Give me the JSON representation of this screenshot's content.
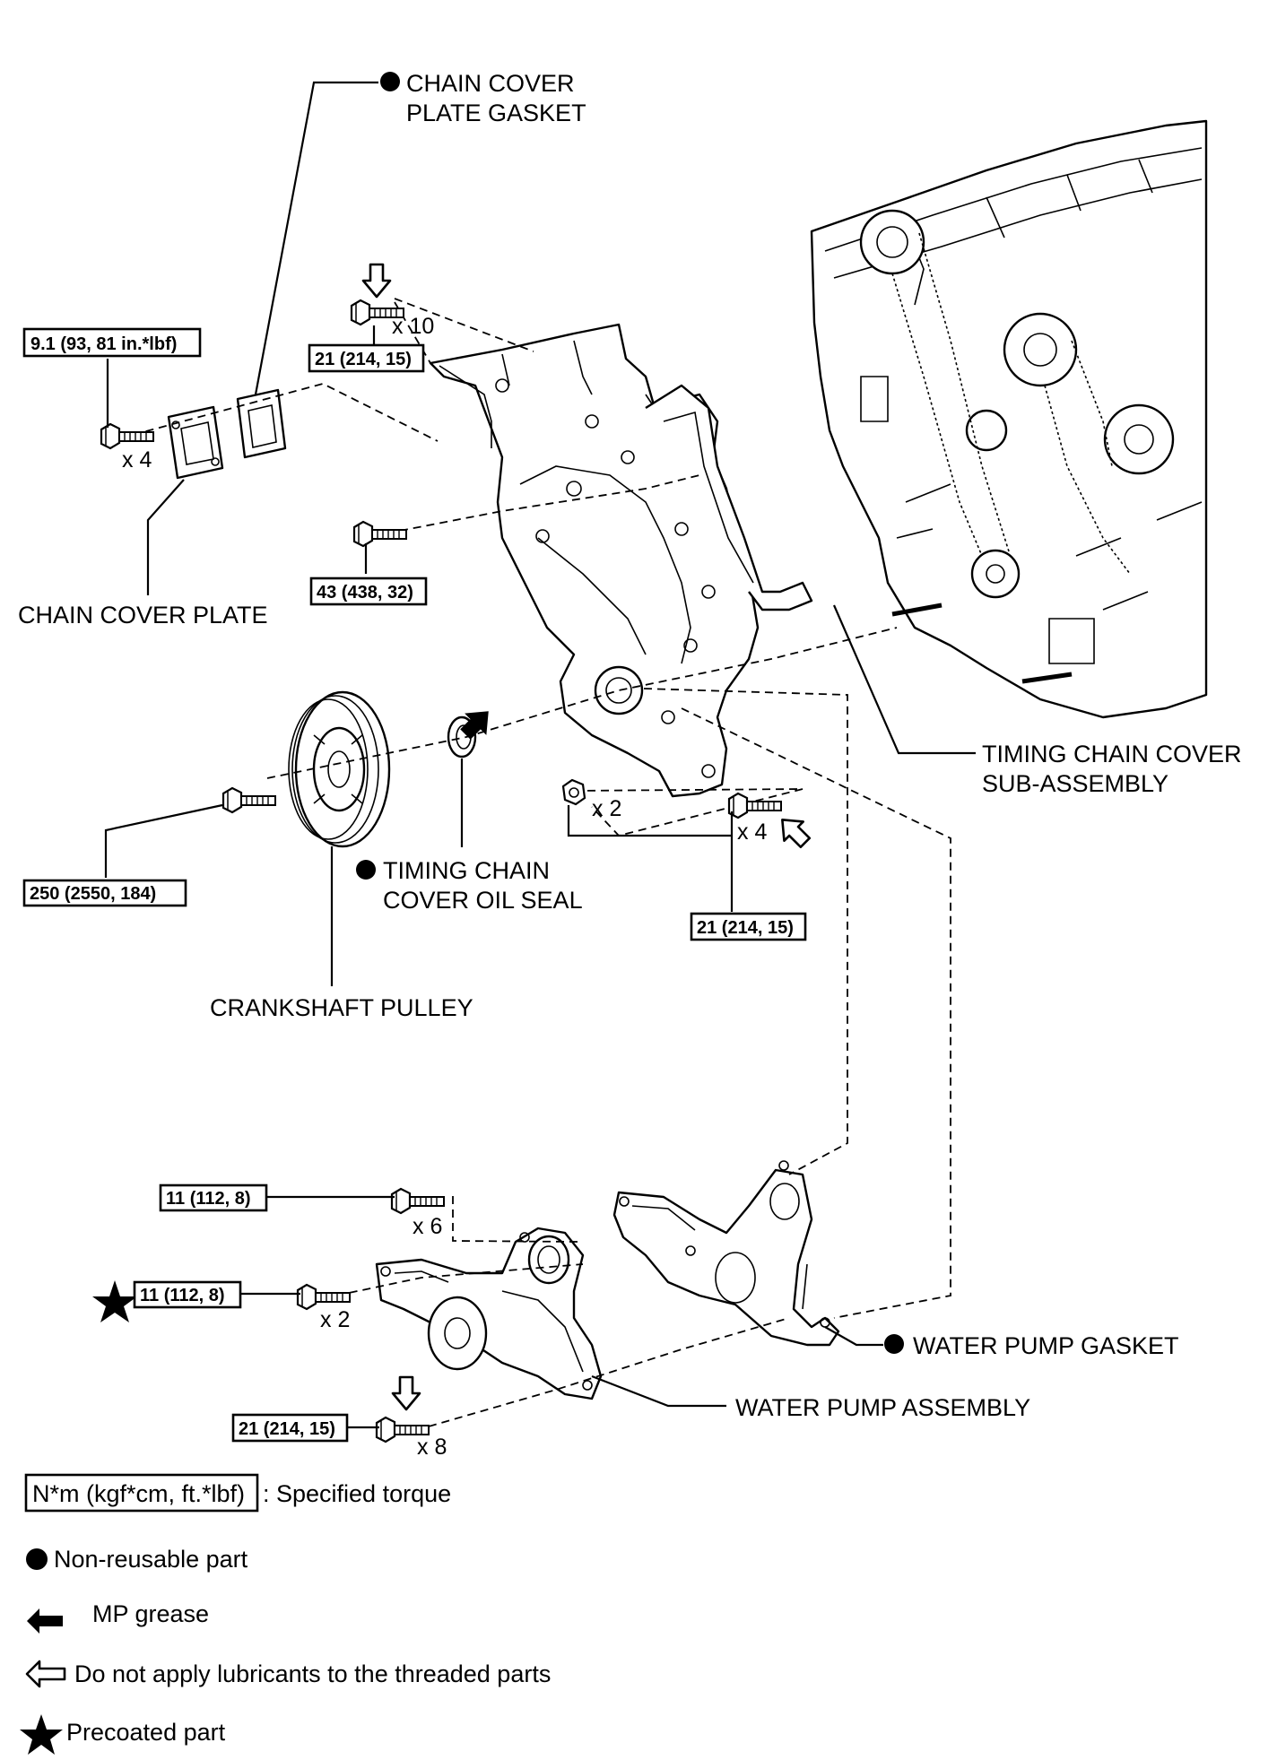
{
  "labels": {
    "chain_cover_plate_gasket_1": "CHAIN COVER",
    "chain_cover_plate_gasket_2": "PLATE GASKET",
    "chain_cover_plate": "CHAIN COVER PLATE",
    "timing_chain_cover_1": "TIMING CHAIN COVER",
    "timing_chain_cover_2": "SUB-ASSEMBLY",
    "oil_seal_1": "TIMING CHAIN",
    "oil_seal_2": "COVER OIL SEAL",
    "crankshaft_pulley": "CRANKSHAFT PULLEY",
    "water_pump_gasket": "WATER PUMP GASKET",
    "water_pump_assembly": "WATER PUMP ASSEMBLY"
  },
  "torques": {
    "plate_bolts": "9.1 (93, 81 in.*lbf)",
    "cover_top_bolts": "21 (214, 15)",
    "cover_mid_bolt": "43 (438, 32)",
    "pulley_bolt": "250 (2550, 184)",
    "cover_bottom_bolts": "21 (214, 15)",
    "pump_bolts_a": "11 (112, 8)",
    "pump_bolts_b": "11 (112, 8)",
    "pump_bolts_c": "21 (214, 15)"
  },
  "quantities": {
    "plate_bolts": "x 4",
    "cover_top_bolts": "x 10",
    "cover_bottom_nuts": "x 2",
    "cover_bottom_bolts": "x 4",
    "pump_bolts_a": "x 6",
    "pump_bolts_b": "x 2",
    "pump_bolts_c": "x 8"
  },
  "legend": {
    "torque_box": "N*m (kgf*cm, ft.*lbf)",
    "torque_text": ": Specified torque",
    "non_reusable": "Non-reusable part",
    "mp_grease": "MP grease",
    "no_lubricant": "Do not apply lubricants to the threaded parts",
    "precoated": "Precoated part"
  }
}
